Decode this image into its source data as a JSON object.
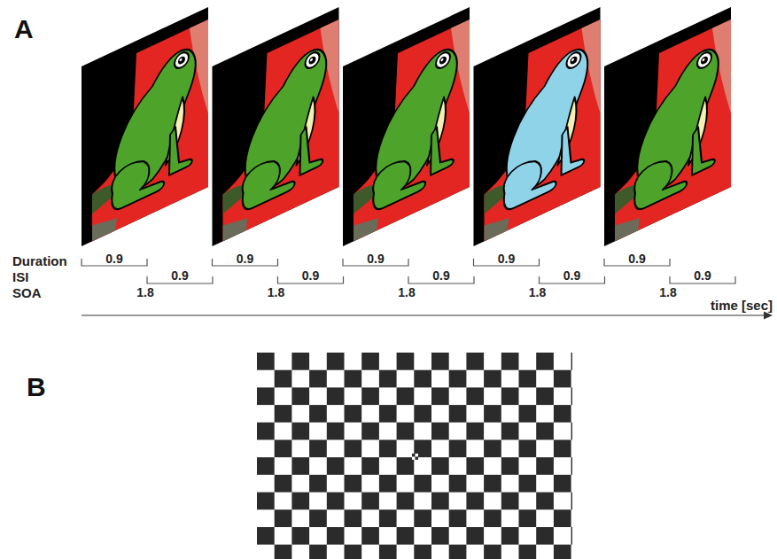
{
  "diagram": {
    "labels": [
      "A",
      "Duration",
      "0.9",
      "0.9",
      "0.9",
      "0.9",
      "0.9",
      "ISI",
      "0.9",
      "0.9",
      "0.9",
      "0.9",
      "0.9",
      "SOA",
      "1.8",
      "1.8",
      "1.8",
      "1.8",
      "1.8",
      "time [sec]",
      "B"
    ]
  }
}
